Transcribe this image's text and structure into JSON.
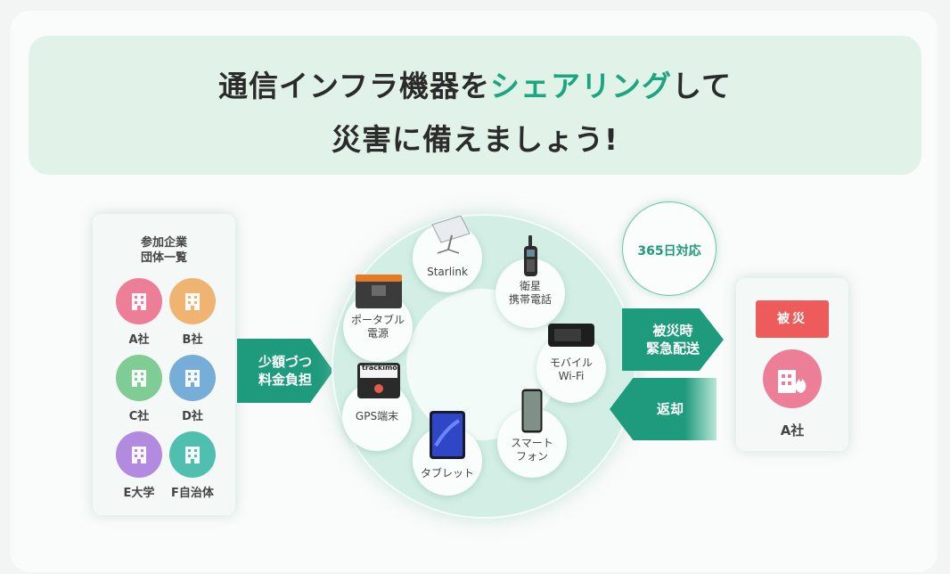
{
  "banner": {
    "line1_before": "通信インフラ機器を",
    "line1_accent": "シェアリング",
    "line1_after": "して",
    "line2": "災害に備えましょう!"
  },
  "participants": {
    "title_line1": "参加企業",
    "title_line2": "団体一覧",
    "orgs": [
      {
        "label": "A社",
        "color": "#ec7f97"
      },
      {
        "label": "B社",
        "color": "#f0b472"
      },
      {
        "label": "C社",
        "color": "#7fcc95"
      },
      {
        "label": "D社",
        "color": "#77aed8"
      },
      {
        "label": "E大学",
        "color": "#b28be0"
      },
      {
        "label": "F自治体",
        "color": "#4fbfb0"
      }
    ]
  },
  "flow": {
    "contribution_line1": "少額づつ",
    "contribution_line2": "料金負担",
    "delivery_line1": "被災時",
    "delivery_line2": "緊急配送",
    "return": "返却",
    "support": "365日対応"
  },
  "devices": {
    "starlink": "Starlink",
    "satphone_line1": "衛星",
    "satphone_line2": "携帯電話",
    "wifi_line1": "モバイル",
    "wifi_line2": "Wi-Fi",
    "smartphone_line1": "スマート",
    "smartphone_line2": "フォン",
    "tablet": "タブレット",
    "gps": "GPS端末",
    "gps_brand": "trackimo",
    "power_line1": "ポータブル",
    "power_line2": "電源"
  },
  "affected": {
    "tag": "被災",
    "org": "A社",
    "color": "#ec7f97"
  }
}
